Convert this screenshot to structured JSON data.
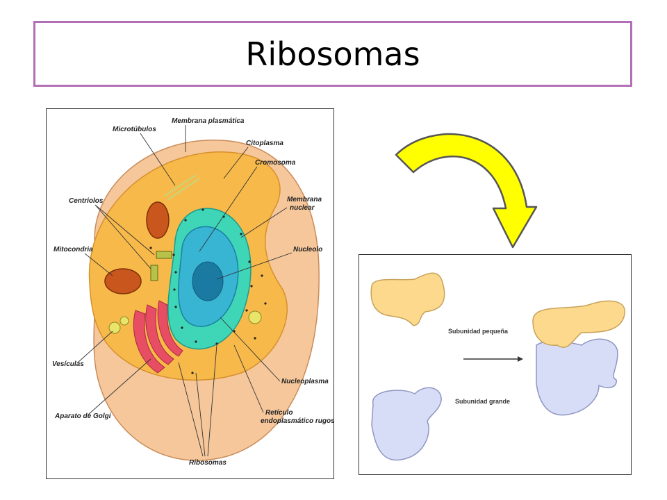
{
  "slide": {
    "title": "Ribosomas"
  },
  "cell_diagram": {
    "labels": {
      "microtubulos": "Microtúbulos",
      "membrana_plasmatica": "Membrana plasmática",
      "citoplasma": "Citoplasma",
      "cromosoma": "Cromosoma",
      "centriolos": "Centriolos",
      "membrana_nuclear_1": "Membrana",
      "membrana_nuclear_2": "nuclear",
      "mitocondria": "Mitocondria",
      "nucleolo": "Nucleolo",
      "vesiculas": "Vesículas",
      "nucleoplasma": "Nucleoplasma",
      "aparato_golgi": "Aparato de Golgi",
      "reticulo_1": "Retículo",
      "reticulo_2": "endoplasmático rugoso",
      "ribosomas": "Ribosomas"
    }
  },
  "ribosome_diagram": {
    "labels": {
      "subunidad_pequena": "Subunidad pequeña",
      "subunidad_grande": "Subunidad grande"
    }
  },
  "colors": {
    "title_border": "#b36fb6",
    "arrow_fill": "#ffff00",
    "cytoplasm": "#f7b94a",
    "cell_outer": "#f5c79a",
    "nucleus": "#2ecbc0",
    "golgi": "#e84e63",
    "small_subunit": "#fdd98e",
    "large_subunit": "#d7dcf7"
  }
}
